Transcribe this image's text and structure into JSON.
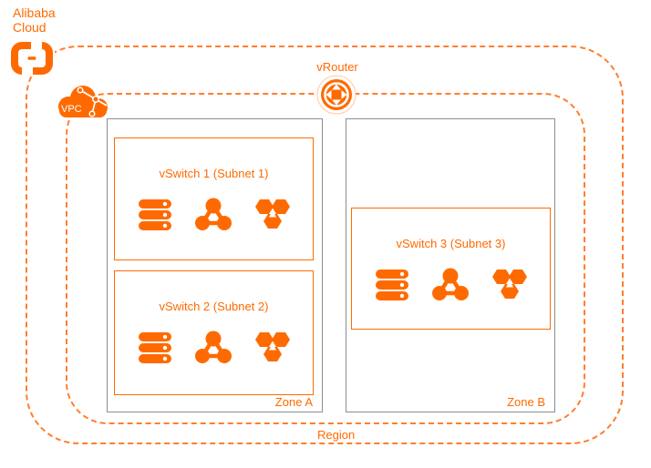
{
  "colors": {
    "accent": "#FF6A00",
    "dash": "#FF7E2E",
    "zoneBorder": "#8E8E8E"
  },
  "brand": {
    "line1": "Alibaba",
    "line2": "Cloud"
  },
  "labels": {
    "vpc": "VPC",
    "vrouter": "vRouter",
    "region": "Region"
  },
  "zones": [
    {
      "label": "Zone A",
      "vswitches": [
        {
          "title": "vSwitch 1 (Subnet 1)"
        },
        {
          "title": "vSwitch 2 (Subnet 2)"
        }
      ]
    },
    {
      "label": "Zone B",
      "vswitches": [
        {
          "title": "vSwitch 3 (Subnet 3)"
        }
      ]
    }
  ],
  "icons": {
    "brand_logo": "alibaba-cloud-bracket-logo",
    "vpc_cloud": "vpc-cloud",
    "vrouter": "vrouter-compass-circle",
    "vswitch_members": [
      "server-stack",
      "node-triangle",
      "hexagon-cluster"
    ]
  }
}
